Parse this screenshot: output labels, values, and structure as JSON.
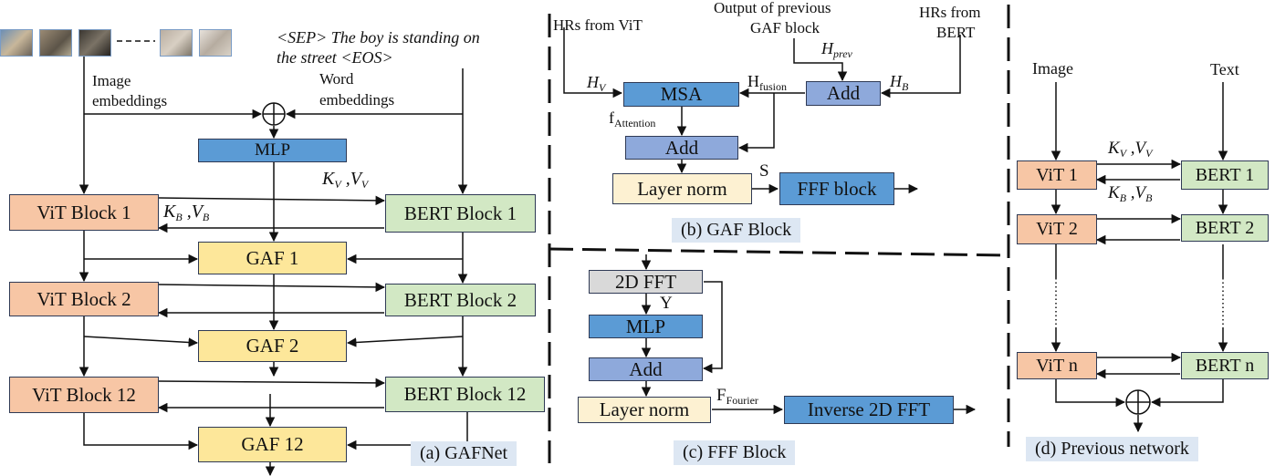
{
  "panel_a": {
    "caption": "(a) GAFNet",
    "sentence_line1": "<SEP> The boy is standing on",
    "sentence_line2": "the street <EOS>",
    "image_embeddings": "Image\nembeddings",
    "image_embeddings_l1": "Image",
    "image_embeddings_l2": "embeddings",
    "word_embeddings_l1": "Word",
    "word_embeddings_l2": "embeddings",
    "mlp": "MLP",
    "vit1": "ViT Block 1",
    "vit2": "ViT Block 2",
    "vit12": "ViT Block 12",
    "bert1": "BERT Block 1",
    "bert2": "BERT Block 2",
    "bert12": "BERT Block 12",
    "gaf1": "GAF 1",
    "gaf2": "GAF 2",
    "gaf12": "GAF 12",
    "kv_k": "K",
    "kv_ksub": "V",
    "kv_v": "V",
    "kv_vsub": "V",
    "kb_k": "K",
    "kb_ksub": "B",
    "kb_v": "V",
    "kb_vsub": "B"
  },
  "panel_b": {
    "caption": "(b) GAF Block",
    "hrs_vit": "HRs from ViT",
    "output_prev_l1": "Output of previous",
    "output_prev_l2": "GAF block",
    "hrs_bert_l1": "HRs from",
    "hrs_bert_l2": "BERT",
    "h_prev": "H",
    "h_prev_sub": "prev",
    "h_v": "H",
    "h_v_sub": "V",
    "h_b": "H",
    "h_b_sub": "B",
    "h_fusion": "H",
    "h_fusion_sub": "fusion",
    "f_attention": "f",
    "f_attention_sub": "Attention",
    "msa": "MSA",
    "add1": "Add",
    "add2": "Add",
    "layer_norm": "Layer norm",
    "s": "S",
    "fff_block": "FFF block"
  },
  "panel_c": {
    "caption": "(c) FFF Block",
    "fft2d": "2D FFT",
    "y": "Y",
    "mlp": "MLP",
    "add": "Add",
    "layer_norm": "Layer norm",
    "f_fourier": "F",
    "f_fourier_sub": "Fourier",
    "inverse": "Inverse 2D FFT"
  },
  "panel_d": {
    "caption": "(d) Previous network",
    "image": "Image",
    "text": "Text",
    "vit1": "ViT 1",
    "vit2": "ViT 2",
    "vitn": "ViT n",
    "bert1": "BERT 1",
    "bert2": "BERT 2",
    "bertn": "BERT n",
    "kv_k": "K",
    "kv_ksub": "V",
    "kv_v": "V",
    "kv_vsub": "V",
    "kb_k": "K",
    "kb_ksub": "B",
    "kb_v": "V",
    "kb_vsub": "B"
  },
  "colors": {
    "vit": "#f7c6a5",
    "bert": "#d2e8c4",
    "gaf": "#fde79a",
    "mlp": "#5b9bd5",
    "add": "#8ea9db",
    "layer_norm": "#fdf1d2",
    "fft": "#d9d9d9",
    "caption_bg": "#dde7f3"
  }
}
